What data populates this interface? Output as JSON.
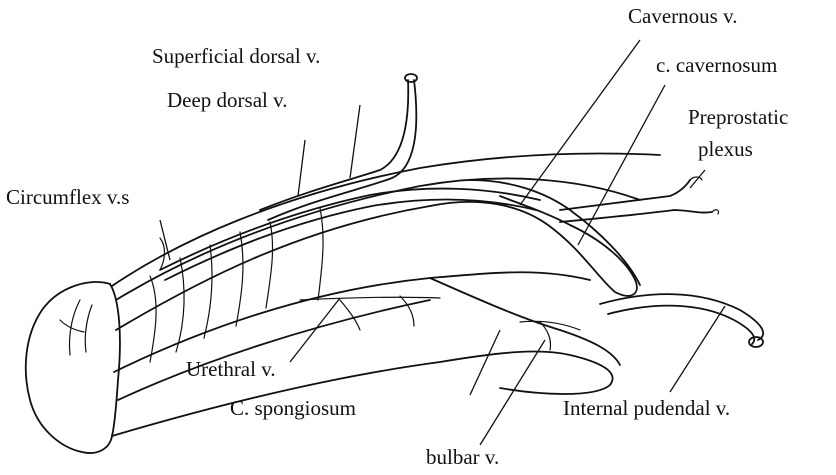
{
  "labels": {
    "superficial_dorsal": "Superficial dorsal v.",
    "deep_dorsal": "Deep dorsal v.",
    "circumflex": "Circumflex v.s",
    "cavernous_v": "Cavernous v.",
    "c_cavernosum": "c. cavernosum",
    "preprostatic_1": "Preprostatic",
    "preprostatic_2": "plexus",
    "urethral": "Urethral v.",
    "c_spongiosum": "C. spongiosum",
    "internal_pudendal": "Internal pudendal v.",
    "bulbar": "bulbar v."
  }
}
